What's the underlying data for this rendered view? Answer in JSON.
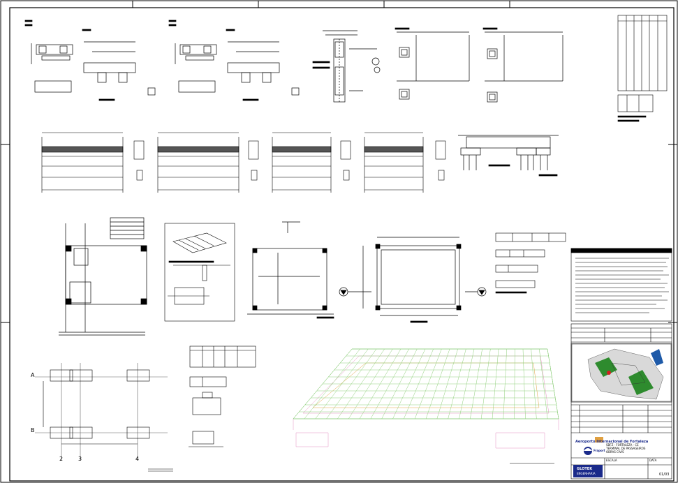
{
  "grid_axes": {
    "rows": [
      "A",
      "B"
    ],
    "cols": [
      "2",
      "3",
      "4"
    ]
  },
  "title_block": {
    "client": "Aeroporto Internacional de Fortaleza",
    "logo_text": "Fraport",
    "project_lines": [
      "SBFZ - FORTALEZA - CE",
      "TERMINAL DE PASSAGEIROS",
      "OBRAS CIVIS"
    ],
    "company": "GLOTEK",
    "company_sub": "ENGENHARIA",
    "sheet_no": "01/03",
    "scale_label": "ESCALA",
    "date_label": "DATA"
  },
  "colors": {
    "line": "#000000",
    "grid_line": "#606060",
    "accent_blue": "#1a2a8a",
    "map_green": "#2e8b2e",
    "map_blue": "#1e5aa8",
    "map_red": "#d12020",
    "rebar_green": "#4caf3a",
    "rebar_pink": "#e58fc0",
    "rebar_orange": "#e0a040"
  }
}
